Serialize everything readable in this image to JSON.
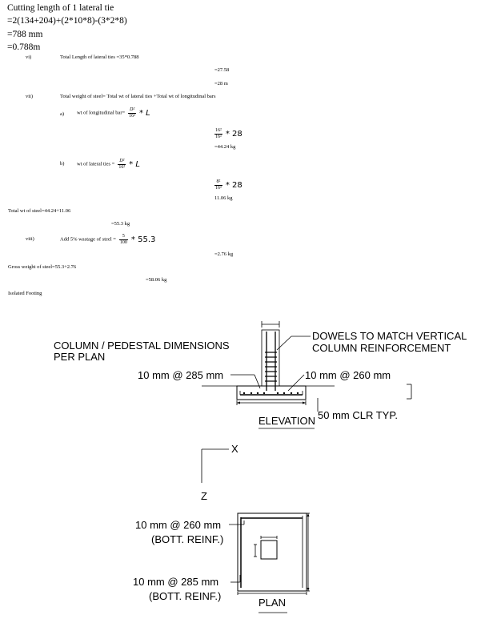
{
  "calc": {
    "heading": "Cutting length of 1 lateral tie",
    "line1": "=2(134+204)+(2*10*8)-(3*2*8)",
    "line2": "=788 mm",
    "line3": "=0.788m",
    "vi_num": "vi)",
    "vi_text": "Total Length of lateral ties =35*0.788",
    "vi_r1": "=27.58",
    "vi_r2": "=28 m",
    "vii_num": "vii)",
    "vii_text": "Total weight of steel= Total wt of lateral ties +Total wt of longitudinal bars",
    "a_num": "a)",
    "a_text": "wt of longitudinal bar=",
    "a_num_expr": "D²",
    "a_den_expr": "16²",
    "a_tail": "* L",
    "a_r_num": "16²",
    "a_r_den": "16²",
    "a_r_tail": "* 28",
    "a_r2": "=44.24 kg",
    "b_num": "b)",
    "b_text": "wt of lateral ties =",
    "b_num_expr": "D²",
    "b_den_expr": "16²",
    "b_tail": "* L",
    "b_r_num": "8²",
    "b_r_den": "16²",
    "b_r_tail": "* 28",
    "b_r2": "11.06 kg",
    "total": "Total wt of steel=44.24+11.06",
    "total_r": "=55.3 kg",
    "viii_num": "viii)",
    "viii_text": "Add 5% wastage of steel =",
    "viii_num_expr": "5",
    "viii_den_expr": "100",
    "viii_tail": "* 55.3",
    "viii_r": "=2.76 kg",
    "gross": "Gross weight of steel=55.3+2.76",
    "gross_r": "=58.06 kg",
    "footing_title": "Isolated Footing"
  },
  "drawing": {
    "column_label_1": "COLUMN / PEDESTAL DIMENSIONS",
    "column_label_2": "PER PLAN",
    "dowels_label_1": "DOWELS TO MATCH VERTICAL",
    "dowels_label_2": "COLUMN REINFORCEMENT",
    "left_bar": "10 mm @ 285 mm",
    "right_bar": "10 mm @ 260 mm",
    "cover": "50 mm CLR TYP.",
    "elevation": "ELEVATION",
    "axis_x": "X",
    "axis_z": "Z",
    "plan_top_bar": "10 mm  @ 260 mm",
    "plan_top_note": "(BOTT. REINF.)",
    "plan_bot_bar": "10 mm  @ 285 mm",
    "plan_bot_note": "(BOTT. REINF.)",
    "plan": "PLAN"
  }
}
